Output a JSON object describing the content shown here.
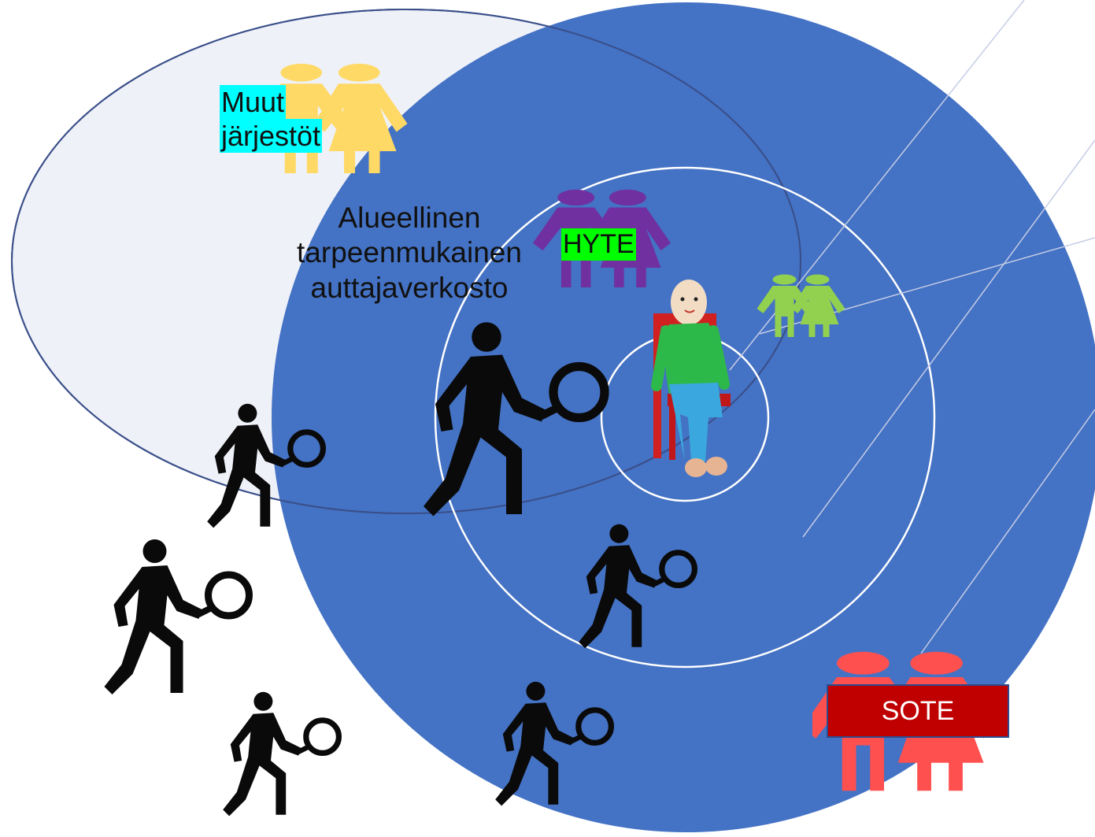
{
  "labels": {
    "other_orgs_line1": "Muut",
    "other_orgs_line2": "järjestöt",
    "network_line1": "Alueellinen",
    "network_line2": "tarpeenmukainen",
    "network_line3": "auttajaverkosto",
    "hyte": "HYTE",
    "sote": "SOTE"
  },
  "colors": {
    "big_circle": "#4472c4",
    "ellipse_fill": "#eef0f8",
    "other_orgs_figures": "#ffd966",
    "hyte_figures": "#7030a0",
    "small_figures": "#92d050",
    "sote_figures": "#ff5050",
    "sote_box": "#c00000",
    "seekers": "#0a0a0a"
  },
  "icons": [
    "couple-icon",
    "seeker-with-magnifier-icon",
    "seated-elderly-person-icon"
  ]
}
